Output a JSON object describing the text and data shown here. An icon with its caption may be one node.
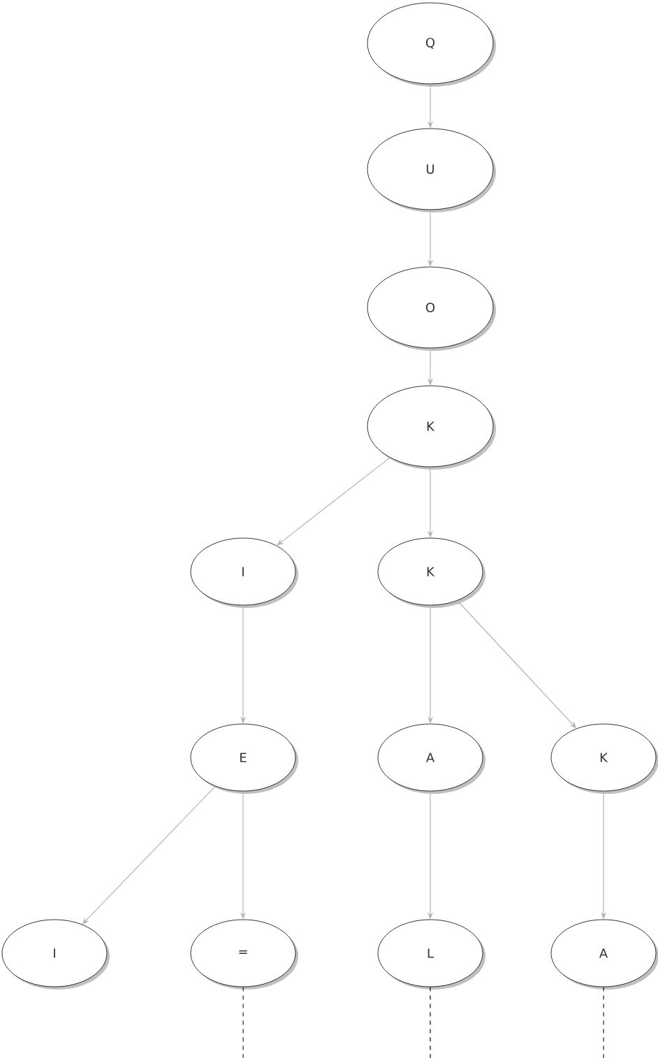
{
  "diagram": {
    "nodes": [
      {
        "text": [
          "Q"
        ]
      },
      {
        "text": [
          "U"
        ]
      },
      {
        "text": [
          "O"
        ]
      },
      {
        "text": [
          "K"
        ]
      },
      {
        "text": [
          "I"
        ]
      },
      {
        "text": [
          "K"
        ]
      },
      {
        "text": [
          "E"
        ]
      },
      {
        "text": [
          "A"
        ]
      },
      {
        "text": [
          "K"
        ]
      },
      {
        "text": [
          "I"
        ]
      },
      {
        "text": [
          "="
        ]
      },
      {
        "text": [
          "L"
        ]
      },
      {
        "text": [
          "A"
        ]
      }
    ],
    "edges": [
      {
        "from": 0,
        "to": 1,
        "arrow": "to"
      },
      {
        "from": 1,
        "to": 2,
        "arrow": "to"
      },
      {
        "from": 2,
        "to": 3,
        "arrow": "to"
      },
      {
        "from": 3,
        "to": 4,
        "arrow": "to"
      },
      {
        "from": 3,
        "to": 5,
        "arrow": "to"
      },
      {
        "from": 4,
        "to": 6,
        "arrow": "to"
      },
      {
        "from": 5,
        "to": 7,
        "arrow": "to"
      },
      {
        "from": 5,
        "to": 8,
        "arrow": "to"
      },
      {
        "from": 6,
        "to": 9,
        "arrow": "to"
      },
      {
        "from": 6,
        "to": 10,
        "arrow": "to"
      },
      {
        "from": 7,
        "to": 11,
        "arrow": "to"
      },
      {
        "from": 8,
        "to": 12,
        "arrow": "to"
      },
      {
        "from": 10,
        "to": null,
        "arrow": "none",
        "style": "dashed",
        "color": "#000000"
      },
      {
        "from": 11,
        "to": null,
        "arrow": "none",
        "style": "dashed",
        "color": "#000000"
      },
      {
        "from": 12,
        "to": null,
        "arrow": "none",
        "style": "dashed",
        "color": "#000000"
      }
    ]
  }
}
